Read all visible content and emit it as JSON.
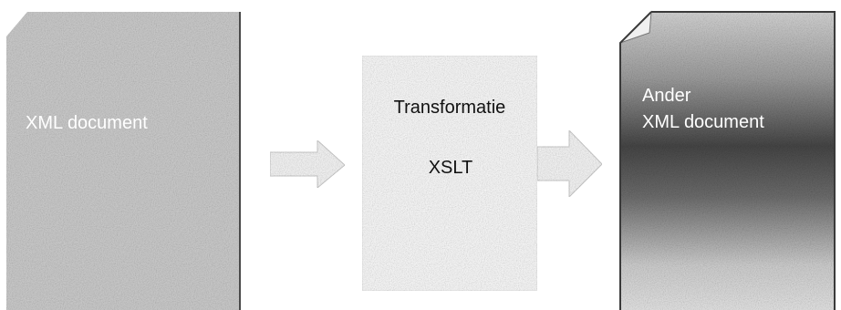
{
  "diagram": {
    "source": {
      "label": "XML document"
    },
    "transform": {
      "title": "Transformatie",
      "subtitle": "XSLT"
    },
    "target": {
      "line1": "Ander",
      "line2": "XML document"
    }
  },
  "colors": {
    "source_fill": "#c6c6c6",
    "source_edge": "#4a4a4a",
    "transform_fill": "#f3f3f3",
    "arrow_fill": "#efefef",
    "target_light": "#dcdcdc",
    "target_dark": "#474747"
  }
}
